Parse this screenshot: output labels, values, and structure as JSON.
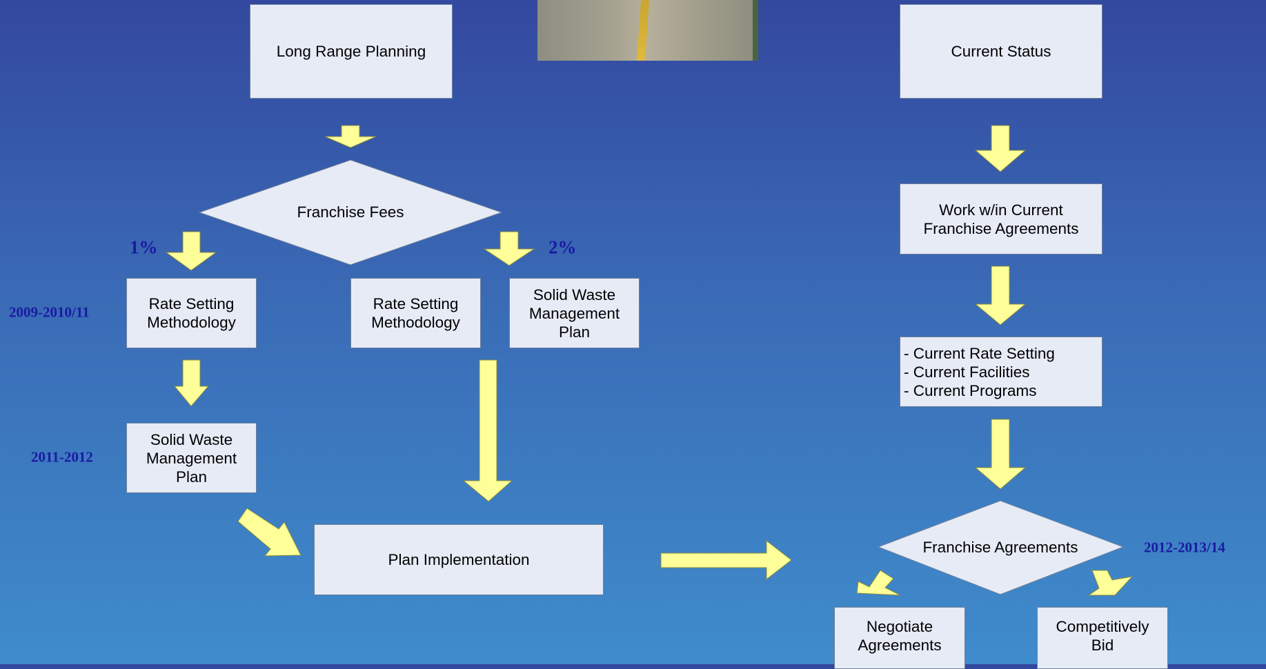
{
  "left": {
    "long_range_planning": "Long Range Planning",
    "franchise_fees": "Franchise Fees",
    "pct_1": "1%",
    "pct_2": "2%",
    "rate_setting_1": "Rate Setting\nMethodology",
    "rate_setting_2": "Rate Setting\nMethodology",
    "solid_waste_1": "Solid Waste\nManagement\nPlan",
    "solid_waste_2": "Solid Waste\nManagement\n    Plan",
    "plan_implementation": "Plan Implementation",
    "year_2009": "2009-2010/11",
    "year_2011": "2011-2012"
  },
  "right": {
    "current_status": "Current Status",
    "work_within": "Work w/in Current\nFranchise Agreements",
    "current_list": "- Current Rate Setting\n- Current Facilities\n- Current Programs",
    "franchise_agreements": "Franchise Agreements",
    "year_2012": "2012-2013/14",
    "negotiate": "Negotiate\nAgreements",
    "competitively_bid": "Competitively\nBid"
  },
  "colors": {
    "arrow": "#ffff99",
    "box": "#e6ebf6",
    "annotation": "#1a1aa3"
  }
}
